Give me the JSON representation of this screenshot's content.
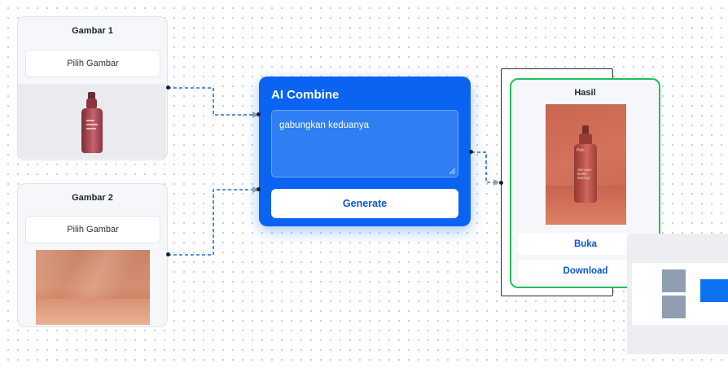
{
  "nodes": {
    "image1": {
      "title": "Gambar 1",
      "button_label": "Pilih Gambar"
    },
    "image2": {
      "title": "Gambar 2",
      "button_label": "Pilih Gambar"
    },
    "combine": {
      "title": "AI Combine",
      "prompt_value": "gabungkan keduanya",
      "generate_label": "Generate"
    },
    "result": {
      "title": "Hasil",
      "open_label": "Buka",
      "download_label": "Download",
      "bottle_label": "Pink",
      "bottle_text_lines": [
        "Skincare",
        "Bottle",
        "Mockup"
      ]
    }
  },
  "colors": {
    "accent_blue": "#0b63f2",
    "connector_blue": "#1e6fe0",
    "success_green": "#24c05a"
  }
}
